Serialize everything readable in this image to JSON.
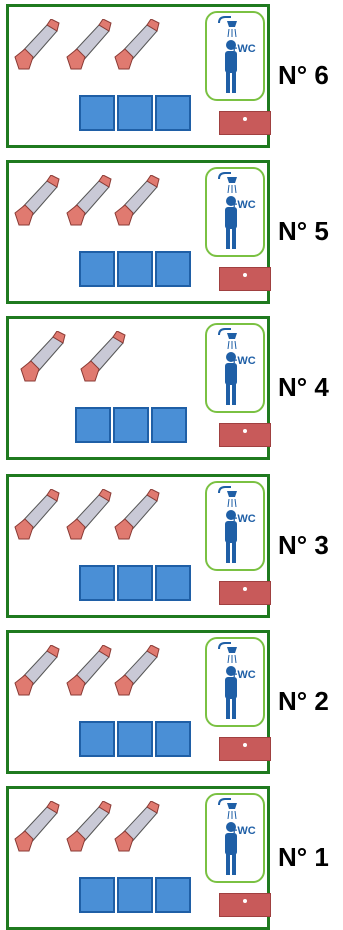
{
  "icons": {
    "bed": "bed-icon",
    "wc": "shower-wc-icon",
    "storage": "storage-box-icon",
    "table": "table-icon"
  },
  "colors": {
    "border": "#1f7a1f",
    "bed_red": "#e07a70",
    "bed_gray": "#c9c9d6",
    "box_blue": "#4a8fd6",
    "wc_green": "#7ac142",
    "table_red": "#c85a5a"
  },
  "wc_text": "+WC",
  "rooms": [
    {
      "label": "N° 6",
      "beds": 3,
      "boxes": 3
    },
    {
      "label": "N° 5",
      "beds": 3,
      "boxes": 3
    },
    {
      "label": "N° 4",
      "beds": 2,
      "boxes": 3
    },
    {
      "label": "N° 3",
      "beds": 3,
      "boxes": 3
    },
    {
      "label": "N° 2",
      "beds": 3,
      "boxes": 3
    },
    {
      "label": "N° 1",
      "beds": 3,
      "boxes": 3
    }
  ]
}
